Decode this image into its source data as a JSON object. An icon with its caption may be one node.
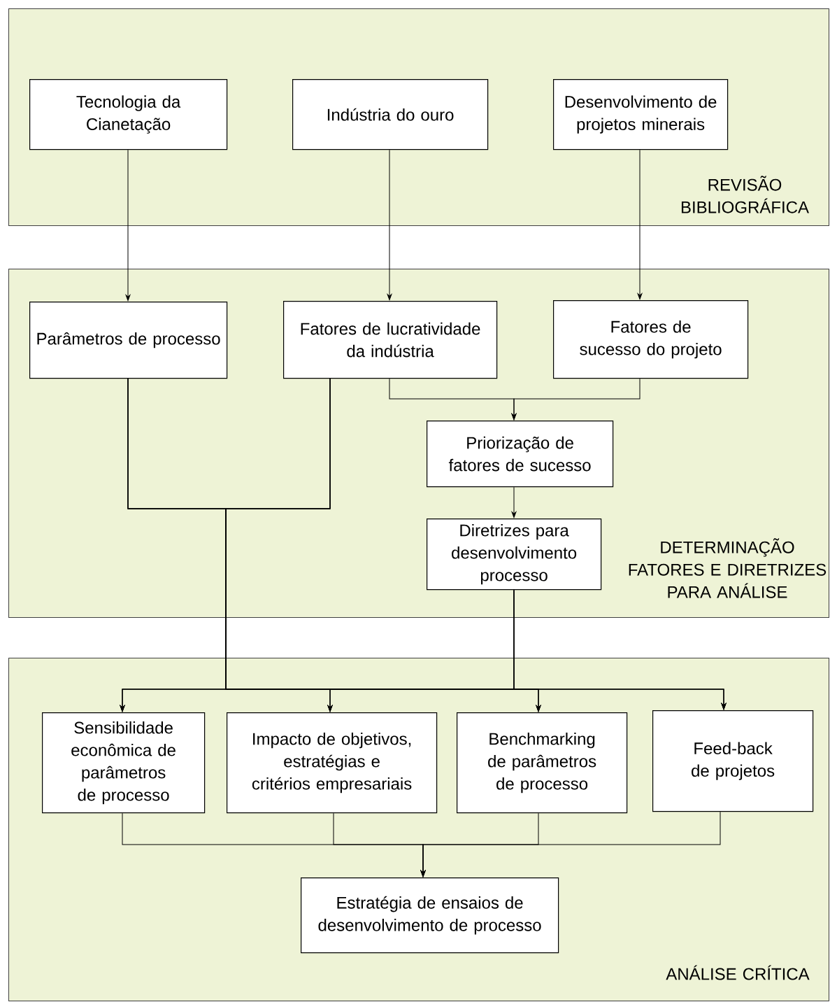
{
  "diagram": {
    "nodes": [
      {
        "text": [
          "REVISÃO BIBLIOGRÁFICA"
        ]
      },
      {
        "text": [
          "Tecnologia da Cianetação"
        ],
        "in": 0
      },
      {
        "text": [
          "Indústria do ouro"
        ],
        "in": 0
      },
      {
        "text": [
          "Desenvolvimento de projetos minerais"
        ],
        "in": 0
      },
      {
        "text": [
          "DETERMINAÇÃO FATORES E DIRETRIZES PARA ANÁLISE"
        ]
      },
      {
        "text": [
          "Parâmetros de processo"
        ],
        "in": 4
      },
      {
        "text": [
          "Fatores de lucratividade da indústria"
        ],
        "in": 4
      },
      {
        "text": [
          "Fatores de sucesso do projeto"
        ],
        "in": 4
      },
      {
        "text": [
          "Priorização de fatores de sucesso"
        ],
        "in": 4
      },
      {
        "text": [
          "Diretrizes para desenvolvimento processo"
        ],
        "in": 4
      },
      {
        "text": [
          "ANÁLISE CRÍTICA"
        ]
      },
      {
        "text": [
          "Sensibilidade econômica de parâmetros de processo"
        ],
        "in": 10
      },
      {
        "text": [
          "Impacto de objetivos, estratégias e critérios empresariais"
        ],
        "in": 10
      },
      {
        "text": [
          "Benchmarking de parâmetros de processo"
        ],
        "in": 10
      },
      {
        "text": [
          "Feed-back de projetos"
        ],
        "in": 10
      },
      {
        "text": [
          "Estratégia de ensaios de desenvolvimento de processo"
        ],
        "in": 10
      }
    ],
    "edges": [
      {
        "from": 1,
        "to": 5,
        "arrow": "to"
      },
      {
        "from": 2,
        "to": 6,
        "arrow": "to"
      },
      {
        "from": 3,
        "to": 7,
        "arrow": "to"
      },
      {
        "from": 6,
        "to": 8,
        "arrow": "to"
      },
      {
        "from": 7,
        "to": 8,
        "arrow": "to"
      },
      {
        "from": 8,
        "to": 9,
        "arrow": "to"
      },
      {
        "from": 5,
        "to": 11,
        "arrow": "to"
      },
      {
        "from": 5,
        "to": 12,
        "arrow": "to"
      },
      {
        "from": 5,
        "to": 13,
        "arrow": "to"
      },
      {
        "from": 5,
        "to": 14,
        "arrow": "to"
      },
      {
        "from": 6,
        "to": 11,
        "arrow": "to"
      },
      {
        "from": 6,
        "to": 12,
        "arrow": "to"
      },
      {
        "from": 6,
        "to": 13,
        "arrow": "to"
      },
      {
        "from": 6,
        "to": 14,
        "arrow": "to"
      },
      {
        "from": 9,
        "to": 11,
        "arrow": "to"
      },
      {
        "from": 9,
        "to": 12,
        "arrow": "to"
      },
      {
        "from": 9,
        "to": 13,
        "arrow": "to"
      },
      {
        "from": 9,
        "to": 14,
        "arrow": "to"
      },
      {
        "from": 11,
        "to": 15,
        "arrow": "to"
      },
      {
        "from": 12,
        "to": 15,
        "arrow": "to"
      },
      {
        "from": 13,
        "to": 15,
        "arrow": "to"
      },
      {
        "from": 14,
        "to": 15,
        "arrow": "to"
      }
    ]
  }
}
